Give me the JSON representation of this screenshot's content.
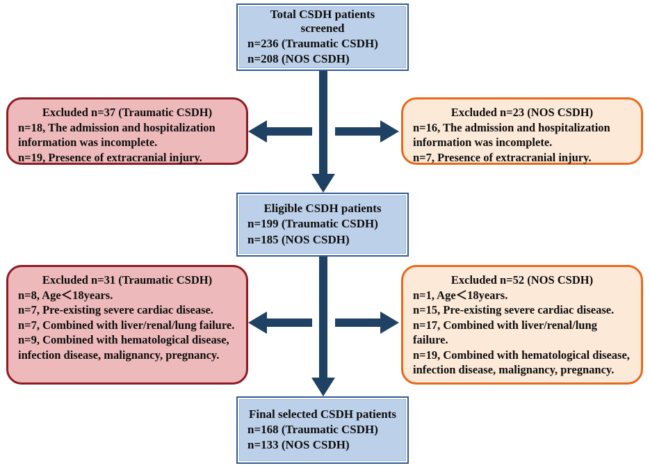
{
  "figure": {
    "kind": "study-flow-diagram",
    "colors": {
      "stage_fill": "#bdd0e9",
      "stage_border": "#2e5a96",
      "traumatic_fill": "#eeb9bb",
      "traumatic_border": "#8e1b22",
      "nos_fill": "#fce9d8",
      "nos_border": "#e8681b",
      "arrow": "#1f4163",
      "text": "#0d0d0d"
    }
  },
  "nodes": {
    "screened": {
      "title": "Total CSDH patients screened",
      "lines": "n=236 (Traumatic CSDH)\nn=208 (NOS CSDH)"
    },
    "excluded_screening_traumatic": {
      "title": "Excluded n=37 (Traumatic CSDH)",
      "lines": "n=18, The admission and hospitalization information was incomplete.\nn=19, Presence of extracranial injury."
    },
    "excluded_screening_nos": {
      "title": "Excluded n=23 (NOS CSDH)",
      "lines": "n=16, The admission and hospitalization information was incomplete.\nn=7, Presence of extracranial injury."
    },
    "eligible": {
      "title": "Eligible CSDH patients",
      "lines": "n=199 (Traumatic CSDH)\nn=185 (NOS CSDH)"
    },
    "excluded_eligible_traumatic": {
      "title": "Excluded n=31 (Traumatic CSDH)",
      "lines": "n=8, Age＜18years.\nn=7, Pre-existing severe cardiac disease.\nn=7, Combined with liver/renal/lung failure.\nn=9, Combined with hematological disease, infection disease, malignancy, pregnancy."
    },
    "excluded_eligible_nos": {
      "title": "Excluded n=52 (NOS CSDH)",
      "lines": "n=1, Age＜18years.\nn=15, Pre-existing severe cardiac disease.\nn=17, Combined with liver/renal/lung failure.\nn=19, Combined with hematological disease, infection disease, malignancy, pregnancy."
    },
    "final": {
      "title": "Final selected CSDH patients",
      "lines": "n=168 (Traumatic CSDH)\nn=133 (NOS CSDH)"
    }
  },
  "connectors": {
    "down_screened_to_eligible": "arrow-down",
    "left_exclude_screening": "arrow-left",
    "right_exclude_screening": "arrow-right",
    "down_eligible_to_final": "arrow-down",
    "left_exclude_eligible": "arrow-left",
    "right_exclude_eligible": "arrow-right"
  }
}
